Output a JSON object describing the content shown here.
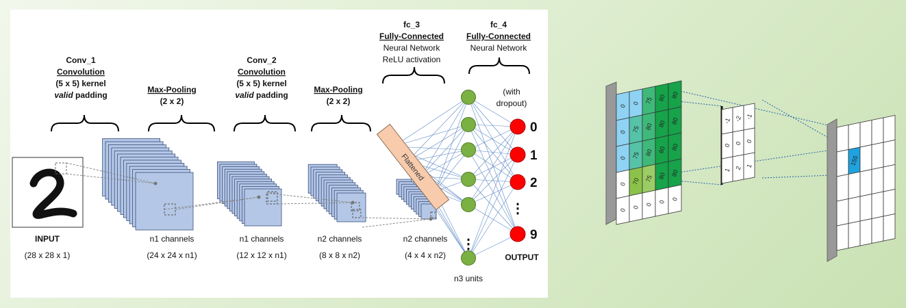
{
  "cnn": {
    "input": {
      "label": "INPUT",
      "dims": "(28 x 28 x 1)"
    },
    "conv1": {
      "name": "Conv_1",
      "type": "Convolution",
      "kernel": "(5 x 5) kernel",
      "pad_word": "valid",
      "pad_rest": " padding",
      "channels": "n1 channels",
      "dims": "(24 x 24 x n1)"
    },
    "pool1": {
      "name": "Max-Pooling",
      "size": "(2 x 2)",
      "channels": "n1 channels",
      "dims": "(12 x 12 x n1)"
    },
    "conv2": {
      "name": "Conv_2",
      "type": "Convolution",
      "kernel": "(5 x 5) kernel",
      "pad_word": "valid",
      "pad_rest": " padding",
      "channels": "n2 channels",
      "dims": "(8 x 8 x n2)"
    },
    "pool2": {
      "name": "Max-Pooling",
      "size": "(2 x 2)",
      "channels": "n2 channels",
      "dims": "(4 x 4 x n2)"
    },
    "flatten": {
      "label": "Flattened"
    },
    "fc3": {
      "name": "fc_3",
      "type": "Fully-Connected",
      "line1": "Neural Network",
      "line2": "ReLU activation",
      "units": "n3 units"
    },
    "fc4": {
      "name": "fc_4",
      "type": "Fully-Connected",
      "line1": "Neural Network",
      "dropout1": "(with",
      "dropout2": "dropout)"
    },
    "outputs": [
      "0",
      "1",
      "2",
      "9"
    ],
    "output_label": "OUTPUT",
    "dots": "⋮"
  },
  "conv_example": {
    "input_grid": [
      [
        "0",
        "0",
        "75",
        "80",
        "80"
      ],
      [
        "0",
        "75",
        "80",
        "80",
        "80"
      ],
      [
        "0",
        "75",
        "80",
        "80",
        "80"
      ],
      [
        "0",
        "70",
        "75",
        "80",
        "80"
      ],
      [
        "0",
        "0",
        "0",
        "0",
        "0"
      ]
    ],
    "kernel": [
      [
        "-1",
        "-2",
        "-1"
      ],
      [
        "0",
        "0",
        "0"
      ],
      [
        "1",
        "2",
        "1"
      ]
    ],
    "output_value": "155"
  },
  "colors": {
    "neuron_hidden": "#7bb043",
    "neuron_output": "#ff0000",
    "feature_map": "#b4c7e7",
    "flatten": "#f8cbad",
    "highlight": "#1fa3e0"
  }
}
